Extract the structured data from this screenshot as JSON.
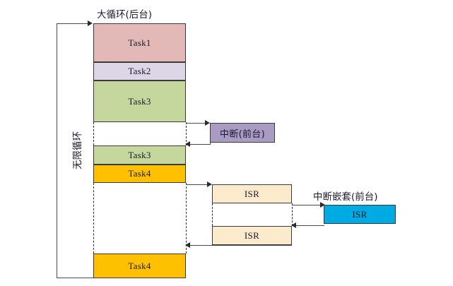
{
  "diagram": {
    "title_background": "大循环(后台)",
    "title_foreground": "中断(前台)",
    "title_nested": "中断嵌套(前台)",
    "loop_label": "无限循环",
    "caption": "",
    "colors": {
      "task1": "#e3b9b8",
      "task2": "#dcd6e7",
      "task3": "#c5d79c",
      "task4": "#ffc000",
      "interrupt": "#a99bc2",
      "isr": "#fbeacb",
      "isr_nested": "#00abe4",
      "stroke": "#3a3a3a",
      "line": "#4a4a4a",
      "text": "#1a1a2e"
    },
    "background_tasks": [
      {
        "label": "Task1",
        "color_key": "task1"
      },
      {
        "label": "Task2",
        "color_key": "task2"
      },
      {
        "label": "Task3",
        "color_key": "task3"
      },
      {
        "label": "Task3",
        "color_key": "task3"
      },
      {
        "label": "Task4",
        "color_key": "task4"
      },
      {
        "label": "Task4",
        "color_key": "task4"
      }
    ],
    "foreground_blocks": [
      {
        "label": "中断(前台)",
        "color_key": "interrupt"
      },
      {
        "label": "ISR",
        "color_key": "isr"
      },
      {
        "label": "ISR",
        "color_key": "isr"
      },
      {
        "label": "ISR",
        "color_key": "isr_nested"
      }
    ]
  }
}
